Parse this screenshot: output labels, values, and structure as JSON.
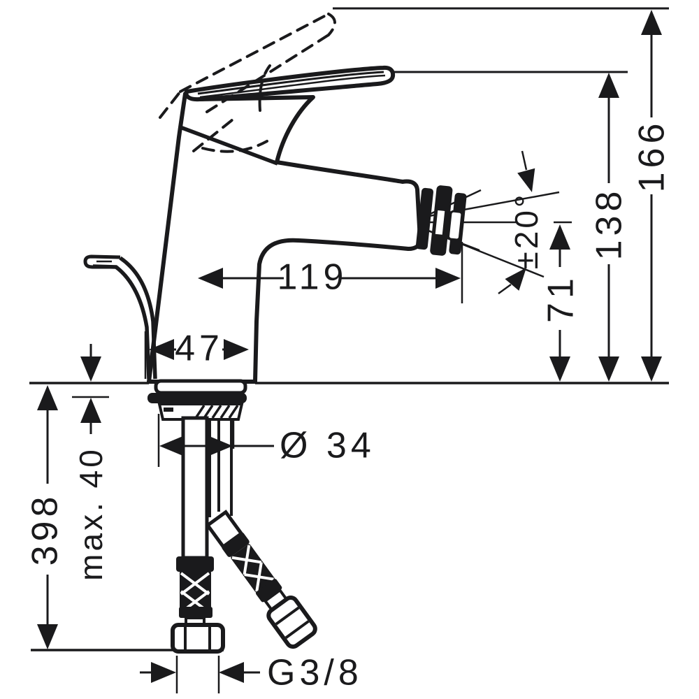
{
  "drawing": {
    "title": "bidet mixer technical dimension drawing",
    "background": "#ffffff",
    "line_color": "#1a1a1c",
    "dims": {
      "total_height": {
        "label": "166"
      },
      "handle_height": {
        "label": "138"
      },
      "spout_height": {
        "label": "71"
      },
      "spout_reach": {
        "label": "119"
      },
      "body_width": {
        "label": "47"
      },
      "swivel_angle": {
        "label": "±20°"
      },
      "shank_diameter": {
        "label": "Ø 34"
      },
      "max_mounting_thickness": {
        "label": "max. 40"
      },
      "hose_length": {
        "label": "398"
      },
      "connection_thread": {
        "label": "G3/8"
      }
    }
  }
}
